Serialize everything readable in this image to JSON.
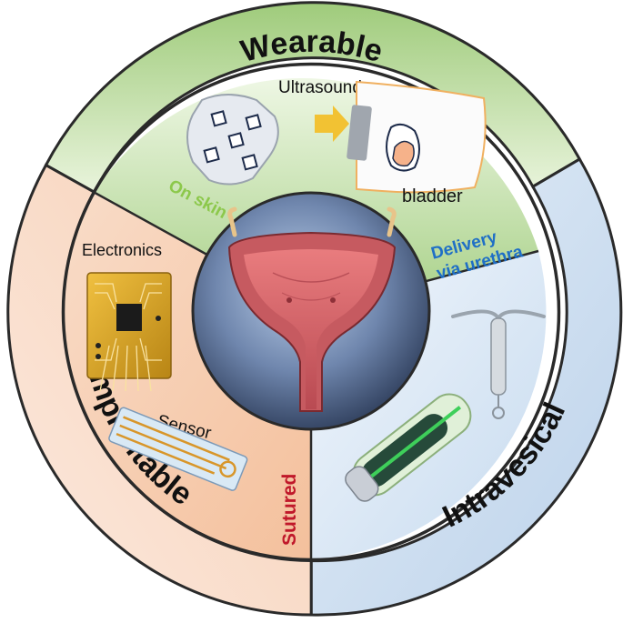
{
  "diagram": {
    "sections": {
      "wearable": {
        "title": "Wearable",
        "color": "#a9cf8a"
      },
      "implantable": {
        "title": "Implantable",
        "color": "#f6c6a8"
      },
      "intravesical": {
        "title": "Intravesical",
        "color": "#c8daec"
      }
    },
    "labels": {
      "ultrasound": "Ultrasound",
      "bladder": "bladder",
      "on_skin": "On skin",
      "electronics": "Electronics",
      "sensor": "Sensor",
      "sutured": "Sutured",
      "delivery_line1": "Delivery",
      "delivery_line2": "via urethra"
    },
    "colors": {
      "on_skin": "#8cc84b",
      "sutured": "#c0182a",
      "delivery": "#1f6fc6",
      "center": "#2e3f5c"
    }
  }
}
